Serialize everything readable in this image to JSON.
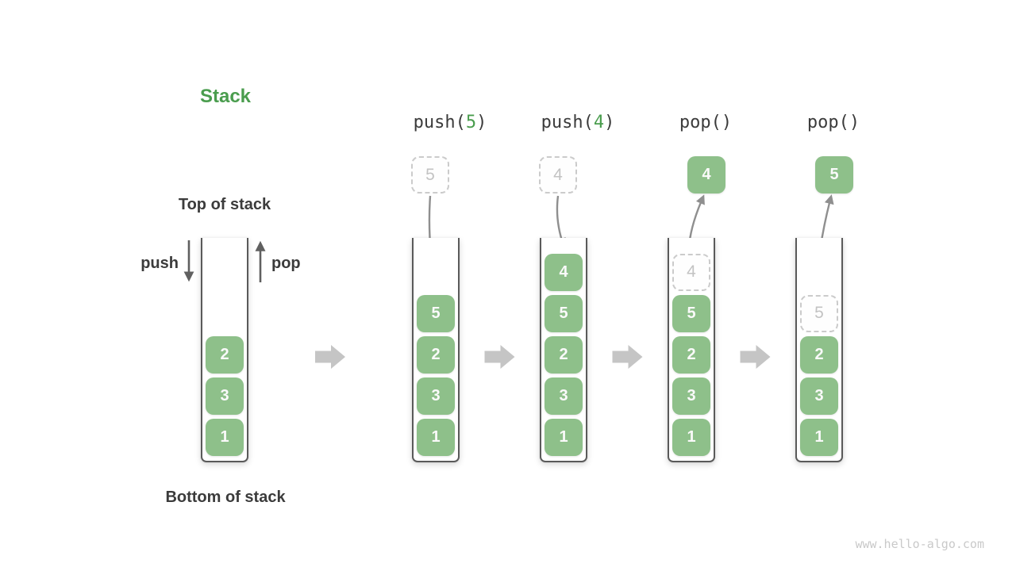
{
  "title": "Stack",
  "labels": {
    "top": "Top of stack",
    "bottom": "Bottom of stack",
    "push": "push",
    "pop": "pop"
  },
  "watermark": "www.hello-algo.com",
  "colors": {
    "green": "#8EC08A",
    "green_dark": "#4A9D4E",
    "dark": "#3B3B3B",
    "wall": "#5A5A5A",
    "arrow": "#8F8F8F",
    "arrow_dark": "#606060",
    "block": "#C5C5C5",
    "dash_border": "#CBCBCB",
    "dash_text": "#C3C3C3",
    "box_text": "#FAFAFA",
    "watermark": "#C9C9C9"
  },
  "columns": [
    {
      "kind": "initial",
      "op": null,
      "floating": null,
      "items": [
        {
          "v": "2",
          "s": "solid"
        },
        {
          "v": "3",
          "s": "solid"
        },
        {
          "v": "1",
          "s": "solid"
        }
      ]
    },
    {
      "kind": "push",
      "op": [
        {
          "t": "push(",
          "green": false
        },
        {
          "t": "5",
          "green": true
        },
        {
          "t": ")",
          "green": false
        }
      ],
      "floating": {
        "v": "5",
        "s": "dashed"
      },
      "items": [
        {
          "v": "5",
          "s": "solid"
        },
        {
          "v": "2",
          "s": "solid"
        },
        {
          "v": "3",
          "s": "solid"
        },
        {
          "v": "1",
          "s": "solid"
        }
      ]
    },
    {
      "kind": "push",
      "op": [
        {
          "t": "push(",
          "green": false
        },
        {
          "t": "4",
          "green": true
        },
        {
          "t": ")",
          "green": false
        }
      ],
      "floating": {
        "v": "4",
        "s": "dashed"
      },
      "items": [
        {
          "v": "4",
          "s": "solid"
        },
        {
          "v": "5",
          "s": "solid"
        },
        {
          "v": "2",
          "s": "solid"
        },
        {
          "v": "3",
          "s": "solid"
        },
        {
          "v": "1",
          "s": "solid"
        }
      ]
    },
    {
      "kind": "pop",
      "op": [
        {
          "t": "pop()",
          "green": false
        }
      ],
      "floating": {
        "v": "4",
        "s": "solid"
      },
      "items": [
        {
          "v": "4",
          "s": "dashed"
        },
        {
          "v": "5",
          "s": "solid"
        },
        {
          "v": "2",
          "s": "solid"
        },
        {
          "v": "3",
          "s": "solid"
        },
        {
          "v": "1",
          "s": "solid"
        }
      ]
    },
    {
      "kind": "pop",
      "op": [
        {
          "t": "pop()",
          "green": false
        }
      ],
      "floating": {
        "v": "5",
        "s": "solid"
      },
      "items": [
        {
          "v": "5",
          "s": "dashed"
        },
        {
          "v": "2",
          "s": "solid"
        },
        {
          "v": "3",
          "s": "solid"
        },
        {
          "v": "1",
          "s": "solid"
        }
      ]
    }
  ]
}
